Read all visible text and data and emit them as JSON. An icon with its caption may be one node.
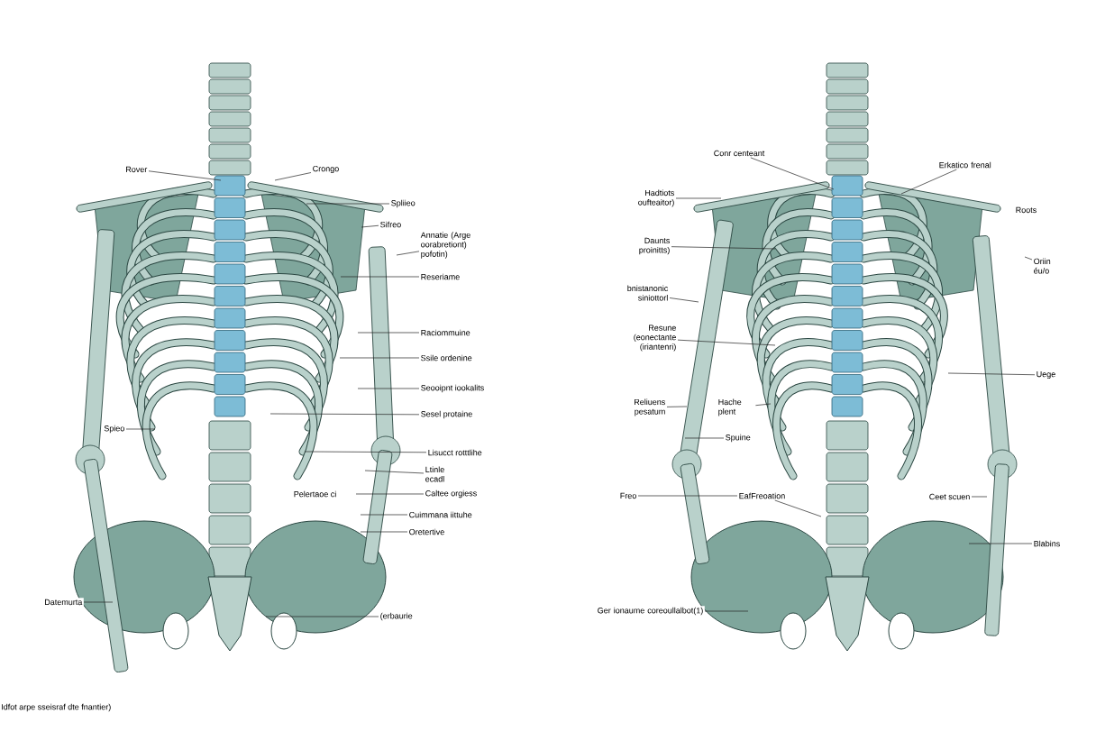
{
  "diagram": {
    "caption": "Idfot arpe sseisraf dte fnantier)",
    "nodes": [
      {
        "text": [
          "Rover"
        ]
      },
      {
        "text": [
          "Crongo"
        ]
      },
      {
        "text": [
          "Spliieo"
        ]
      },
      {
        "text": [
          "Sifreo"
        ]
      },
      {
        "text": [
          "Annatie (Arge oorabretiont) pofotin)"
        ]
      },
      {
        "text": [
          "Reseriame"
        ]
      },
      {
        "text": [
          "Raciommuine"
        ]
      },
      {
        "text": [
          "Ssile ordenine"
        ]
      },
      {
        "text": [
          "Seooipnt iookalits"
        ]
      },
      {
        "text": [
          "Sesel protaine"
        ]
      },
      {
        "text": [
          "Spieo"
        ]
      },
      {
        "text": [
          "Lisucct rotttlihe"
        ]
      },
      {
        "text": [
          "Ltinle ecadl"
        ]
      },
      {
        "text": [
          "Caltee orgiess"
        ]
      },
      {
        "text": [
          "Cuimmana iittuhe"
        ]
      },
      {
        "text": [
          "Oretertive"
        ]
      },
      {
        "text": [
          "Datemurta"
        ]
      },
      {
        "text": [
          "(erbaurie"
        ]
      },
      {
        "text": [
          "Conr centeant"
        ]
      },
      {
        "text": [
          "Erkatico frenal"
        ]
      },
      {
        "text": [
          "Hadtiots oufteaitor)"
        ]
      },
      {
        "text": [
          "Oriin éu/o"
        ]
      },
      {
        "text": [
          "Daunts proinitts)"
        ]
      },
      {
        "text": [
          "bnistanonic siniottorl"
        ]
      },
      {
        "text": [
          "Resune (eonectante (iriantenri)"
        ]
      },
      {
        "text": [
          "Uege"
        ]
      },
      {
        "text": [
          "Reliuens pesatum"
        ]
      },
      {
        "text": [
          "Hache plent"
        ]
      },
      {
        "text": [
          "Spuine"
        ]
      },
      {
        "text": [
          "Freo"
        ]
      },
      {
        "text": [
          "EafFreoation"
        ]
      },
      {
        "text": [
          "Ceet scuen"
        ]
      },
      {
        "text": [
          "Blabins"
        ]
      },
      {
        "text": [
          "Ger ionaume coreoullalbot(1)"
        ]
      }
    ],
    "edges": [
      {
        "from": 0,
        "to": null,
        "arrow": "none"
      },
      {
        "from": 1,
        "to": null,
        "arrow": "none"
      },
      {
        "from": 2,
        "to": null,
        "arrow": "none"
      },
      {
        "from": 3,
        "to": null,
        "arrow": "none"
      },
      {
        "from": 4,
        "to": null,
        "arrow": "none"
      },
      {
        "from": 5,
        "to": null,
        "arrow": "none"
      },
      {
        "from": 6,
        "to": null,
        "arrow": "none"
      },
      {
        "from": 7,
        "to": null,
        "arrow": "none"
      },
      {
        "from": 8,
        "to": null,
        "arrow": "none"
      },
      {
        "from": 9,
        "to": null,
        "arrow": "none"
      },
      {
        "from": 10,
        "to": null,
        "arrow": "none"
      },
      {
        "from": 11,
        "to": null,
        "arrow": "none"
      },
      {
        "from": 12,
        "to": null,
        "arrow": "none"
      },
      {
        "from": 13,
        "to": null,
        "arrow": "none"
      },
      {
        "from": 14,
        "to": null,
        "arrow": "none"
      },
      {
        "from": 15,
        "to": null,
        "arrow": "none"
      },
      {
        "from": 16,
        "to": null,
        "arrow": "none"
      },
      {
        "from": 17,
        "to": null,
        "arrow": "none"
      },
      {
        "from": 18,
        "to": null,
        "arrow": "none"
      },
      {
        "from": 19,
        "to": null,
        "arrow": "none"
      },
      {
        "from": 20,
        "to": null,
        "arrow": "none"
      },
      {
        "from": 21,
        "to": null,
        "arrow": "none"
      },
      {
        "from": 22,
        "to": null,
        "arrow": "none"
      },
      {
        "from": 23,
        "to": null,
        "arrow": "none"
      },
      {
        "from": 24,
        "to": null,
        "arrow": "none"
      },
      {
        "from": 25,
        "to": null,
        "arrow": "none"
      },
      {
        "from": 26,
        "to": null,
        "arrow": "none"
      },
      {
        "from": 27,
        "to": null,
        "arrow": "none"
      },
      {
        "from": 28,
        "to": null,
        "arrow": "none"
      },
      {
        "from": 29,
        "to": 30,
        "arrow": "none"
      },
      {
        "from": 30,
        "to": null,
        "arrow": "none"
      },
      {
        "from": 31,
        "to": null,
        "arrow": "none"
      },
      {
        "from": 32,
        "to": null,
        "arrow": "none"
      },
      {
        "from": 33,
        "to": null,
        "arrow": "none"
      }
    ],
    "labels": [
      "Pelertaoe ci",
      "Roots"
    ]
  }
}
